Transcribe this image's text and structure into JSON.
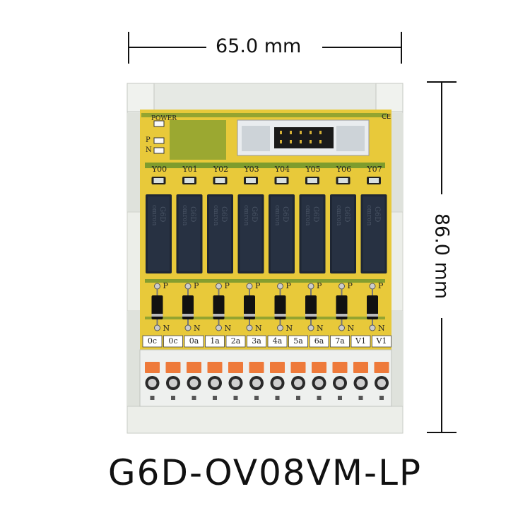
{
  "dimensions": {
    "width_label": "65.0 mm",
    "height_label": "86.0 mm"
  },
  "product": {
    "model": "G6D-OV08VM-LP",
    "power_label": "POWER",
    "p_label": "P",
    "n_label": "N",
    "ce_mark": "CE",
    "relay_brand": "omron",
    "relay_model": "G6D",
    "channels": [
      "Y00",
      "Y01",
      "Y02",
      "Y03",
      "Y04",
      "Y05",
      "Y06",
      "Y07"
    ],
    "diode_p": "P",
    "diode_n": "N",
    "terminals": [
      "0c",
      "0c",
      "0a",
      "1a",
      "2a",
      "3a",
      "4a",
      "5a",
      "6a",
      "7a",
      "V1",
      "V1"
    ]
  },
  "colors": {
    "pcb": "#e8c93a",
    "pcb_trace": "#5b8c2a",
    "housing": "#e6e9e4",
    "relay": "#1e2634",
    "lever": "#ee7a3a",
    "led": "#d8e0e0"
  }
}
